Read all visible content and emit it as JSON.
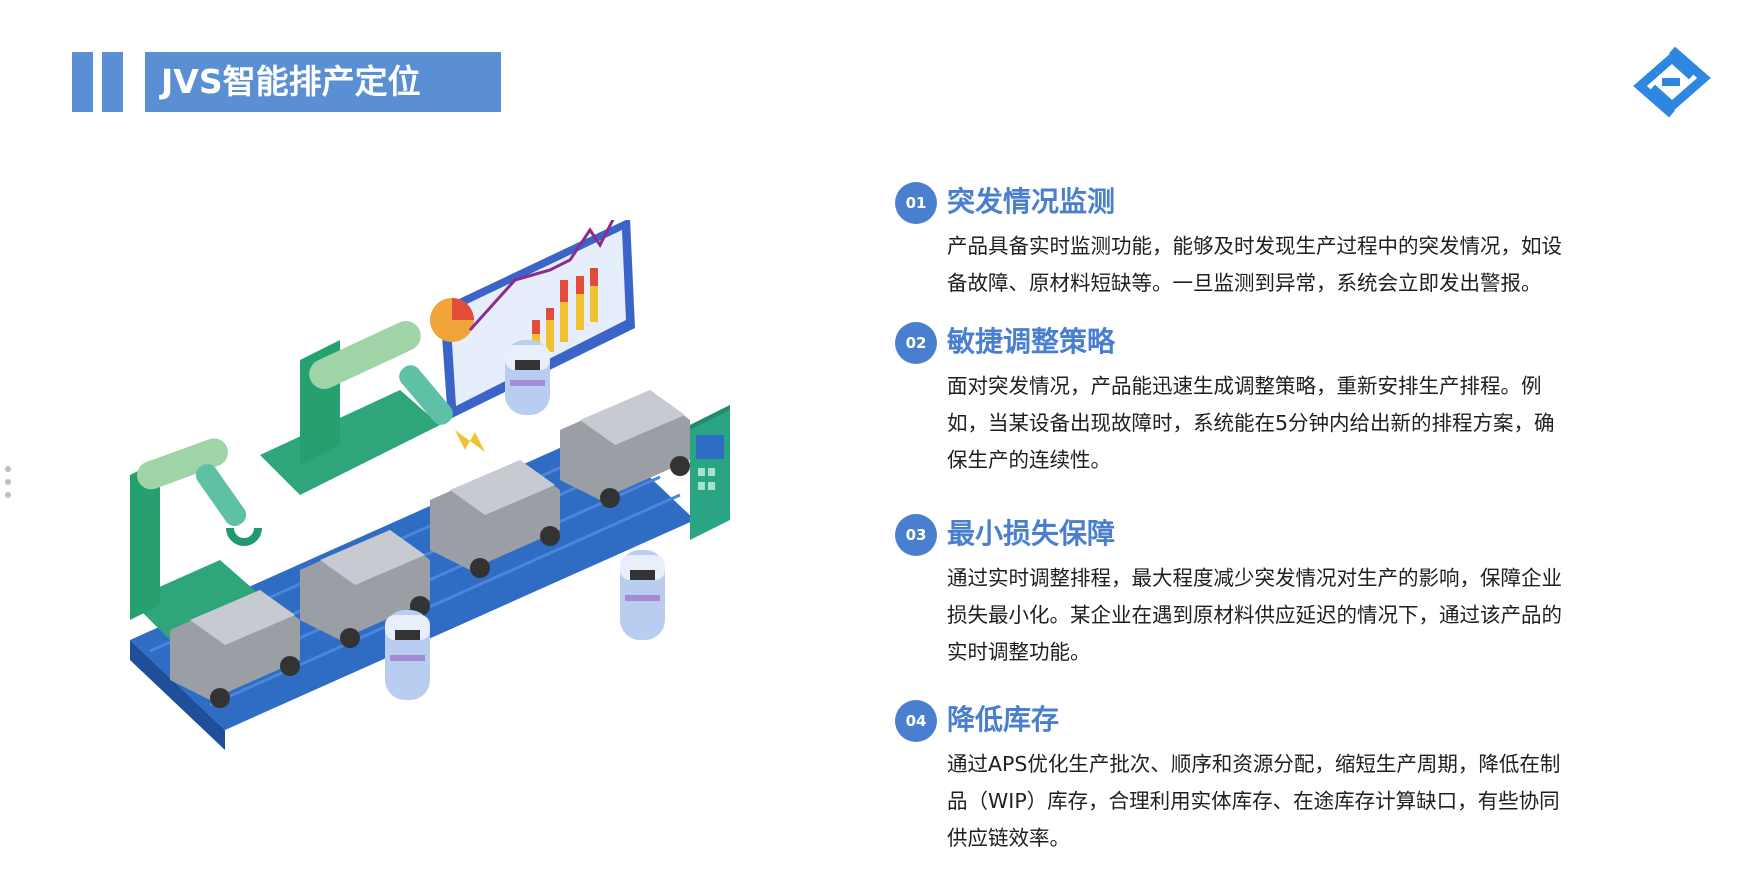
{
  "header": {
    "title": "JVS智能排产定位"
  },
  "colors": {
    "accent": "#5b8fd4",
    "heading": "#4a7fcf",
    "text": "#1f1f1f"
  },
  "logo": {
    "icon": "jvs-logo-icon"
  },
  "illustration": {
    "icon": "factory-assembly-line-illustration"
  },
  "features": [
    {
      "number": "01",
      "title": "突发情况监测",
      "description": "产品具备实时监测功能，能够及时发现生产过程中的突发情况，如设备故障、原材料短缺等。一旦监测到异常，系统会立即发出警报。"
    },
    {
      "number": "02",
      "title": "敏捷调整策略",
      "description": "面对突发情况，产品能迅速生成调整策略，重新安排生产排程。例如，当某设备出现故障时，系统能在5分钟内给出新的排程方案，确保生产的连续性。"
    },
    {
      "number": "03",
      "title": "最小损失保障",
      "description": "通过实时调整排程，最大程度减少突发情况对生产的影响，保障企业损失最小化。某企业在遇到原材料供应延迟的情况下，通过该产品的实时调整功能。"
    },
    {
      "number": "04",
      "title": "降低库存",
      "description": "通过APS优化生产批次、顺序和资源分配，缩短生产周期，降低在制品（WIP）库存，合理利用实体库存、在途库存计算缺口，有些协同供应链效率。"
    }
  ]
}
